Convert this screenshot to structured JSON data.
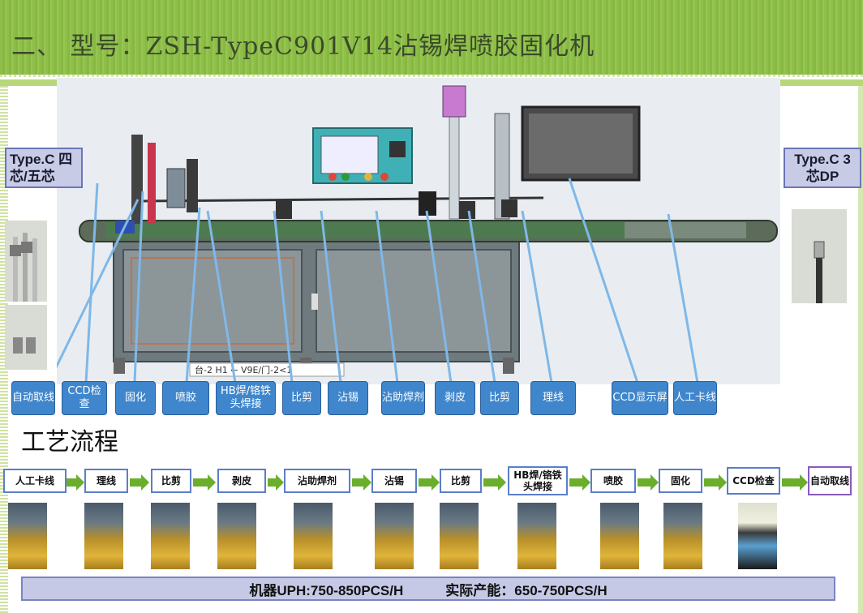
{
  "header": {
    "title": "二、  型号：ZSH-TypeC901V14沾锡焊喷胶固化机"
  },
  "labels": {
    "left": "Type.C 四芯/五芯",
    "right": "Type.C 3芯DP"
  },
  "machine": {
    "screen_text": "台-2 H1 ← V9E/门-2<1"
  },
  "callouts": [
    "自动取线",
    "CCD检查",
    "固化",
    "喷胶",
    "HB焊/铬铁头焊接",
    "比剪",
    "沾锡",
    "沾助焊剂",
    "剥皮",
    "比剪",
    "理线",
    "CCD显示屏",
    "人工卡线"
  ],
  "flow": {
    "title": "工艺流程",
    "steps": [
      "人工卡线",
      "理线",
      "比剪",
      "剥皮",
      "沾助焊剂",
      "沾锡",
      "比剪",
      "HB焊/铬铁头焊接",
      "喷胶",
      "固化",
      "CCD检查",
      "自动取线"
    ]
  },
  "footer": {
    "uph": "机器UPH:750-850PCS/H",
    "actual": "实际产能：650-750PCS/H"
  },
  "colors": {
    "header": "#8fbf4a",
    "callout": "#3f86cc",
    "arrow": "#6aae2c",
    "label_box": "#c7cbe6"
  }
}
